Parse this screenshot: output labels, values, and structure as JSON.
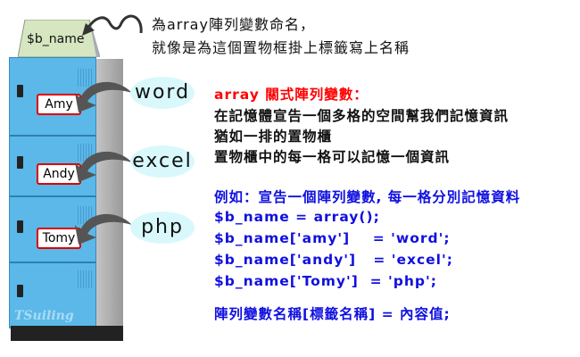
{
  "caption": {
    "line1": "為array陣列變數命名，",
    "line2": "就像是為這個置物框掛上標籤寫上名稱"
  },
  "variable_tag": "$b_name",
  "locker": {
    "brand": "TSuiling",
    "labels": [
      "Amy",
      "Andy",
      "Tomy"
    ]
  },
  "values": [
    "word",
    "excel",
    "php"
  ],
  "explanation": {
    "heading": "array 關式陣列變數：",
    "lines": [
      "在記憶體宣告一個多格的空間幫我們記憶資訊",
      "猶如一排的置物櫃",
      "置物櫃中的每一格可以記憶一個資訊"
    ]
  },
  "example": {
    "heading": "例如：宣告一個陣列變數, 每一格分別記憶資料",
    "code": [
      "$b_name = array();",
      "$b_name['amy']    = 'word';",
      "$b_name['andy']   = 'excel';",
      "$b_name['Tomy']  = 'php';"
    ],
    "summary": "陣列變數名稱[標籤名稱] = 內容值;"
  },
  "colors": {
    "heading": "#ff0000",
    "example": "#1010e0",
    "locker": "#5bb8e8",
    "bubble": "#d8f8fc"
  }
}
